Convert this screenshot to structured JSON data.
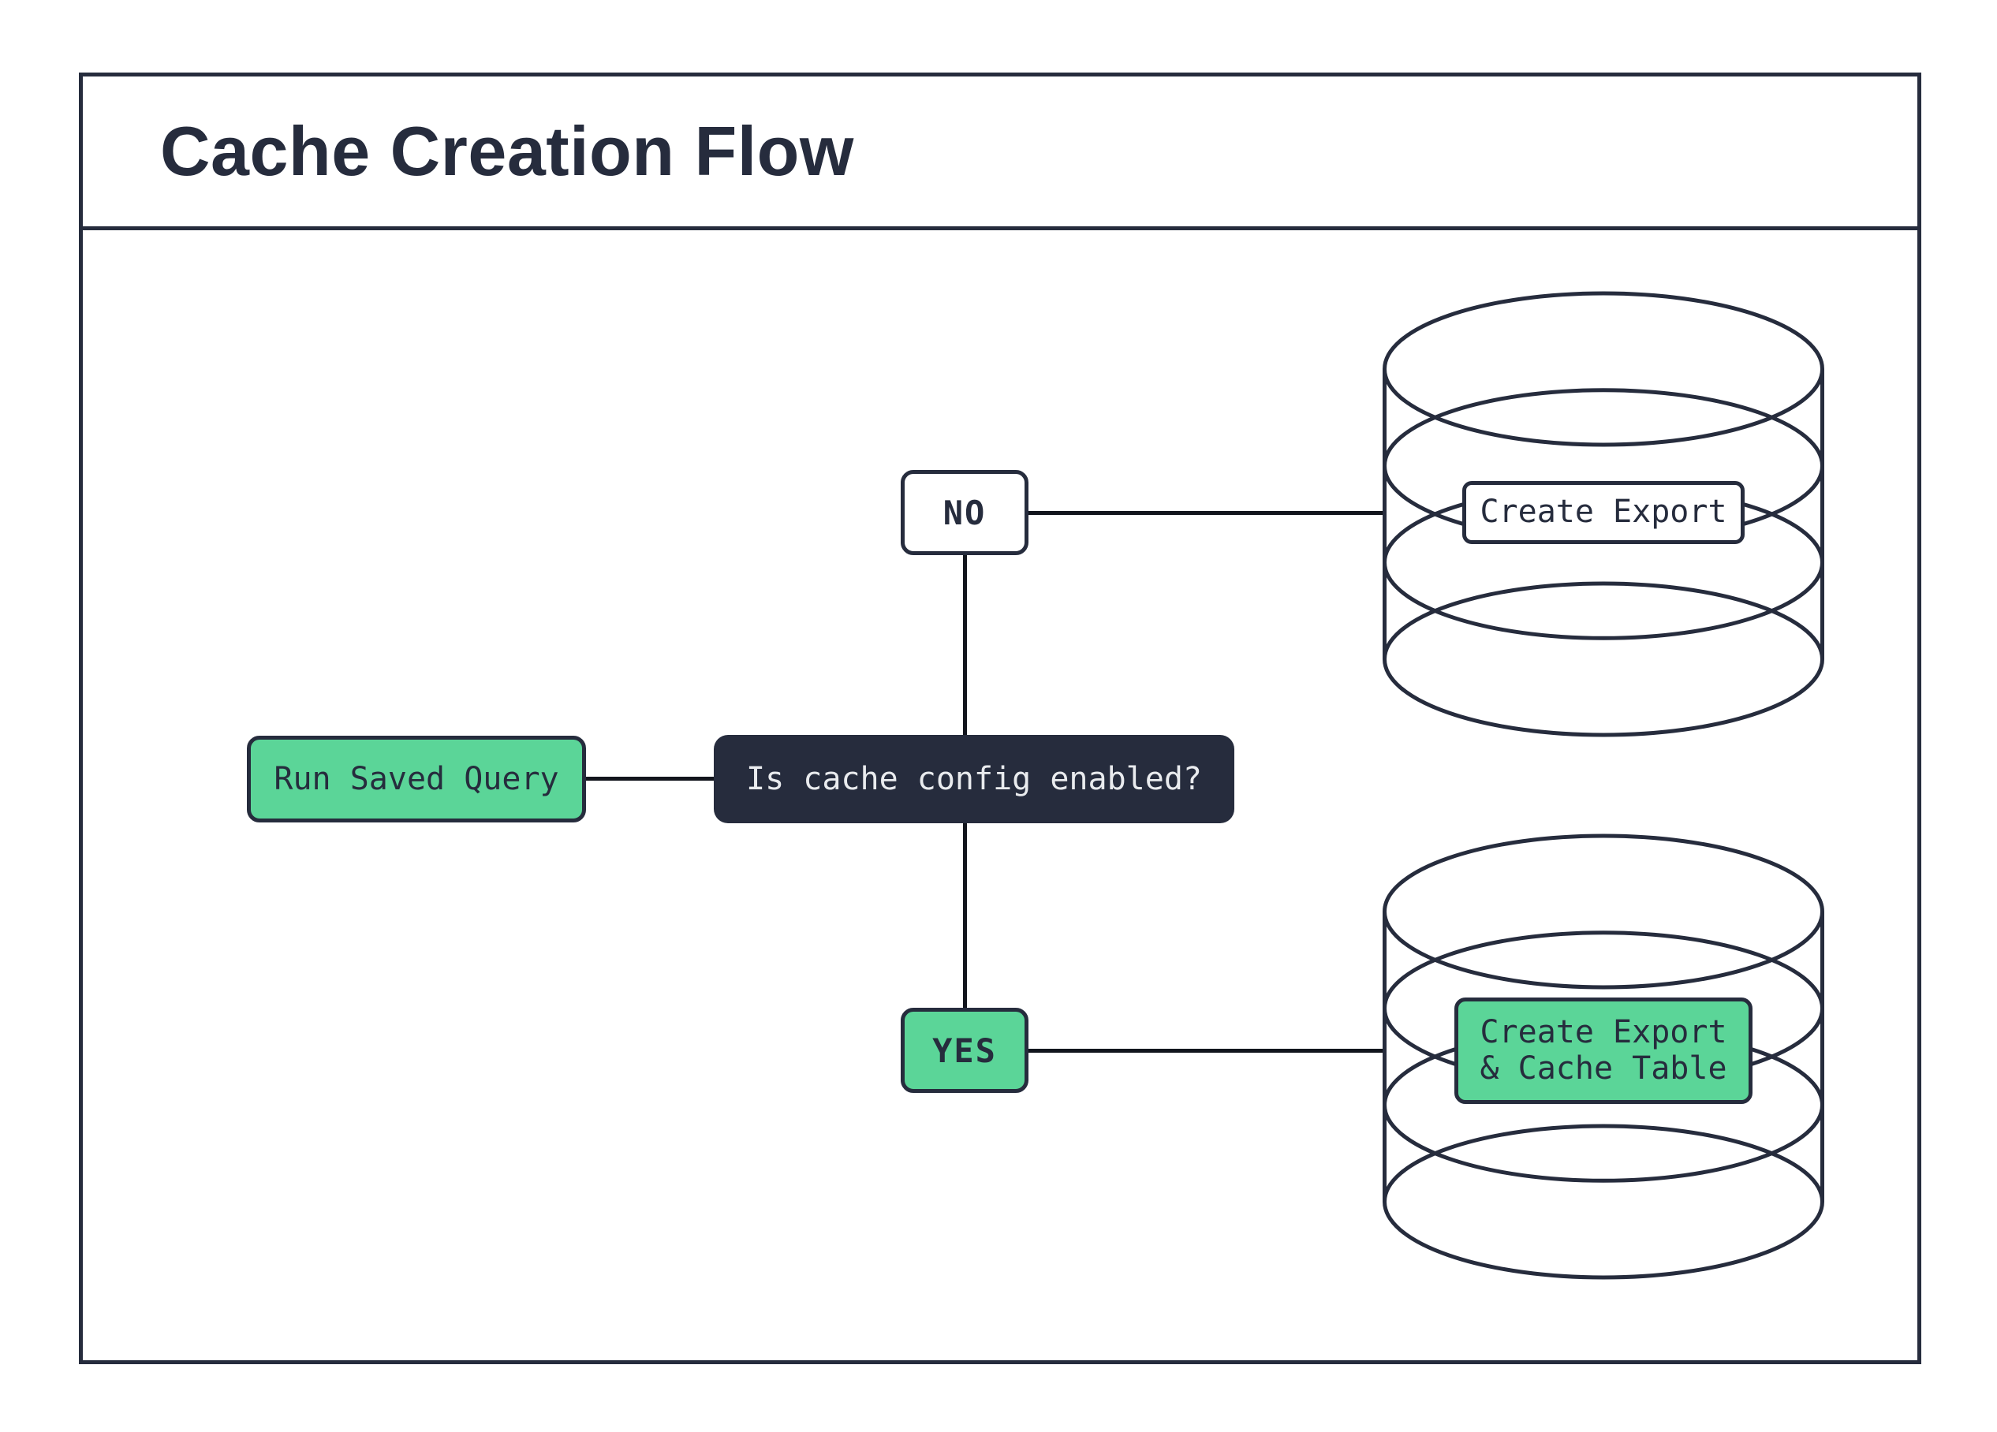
{
  "page": {
    "title": "Cache Creation Flow"
  },
  "flow": {
    "start_label": "Run Saved Query",
    "decision_label": "Is cache config enabled?",
    "no_label": "NO",
    "yes_label": "YES",
    "no_outcome_label": "Create Export",
    "yes_outcome_label": "Create Export\n& Cache Table"
  },
  "colors": {
    "navy": "#262c3d",
    "ink": "#12151d",
    "green": "#5bd598",
    "paper": "#ffffff",
    "light": "#e9ebee"
  }
}
